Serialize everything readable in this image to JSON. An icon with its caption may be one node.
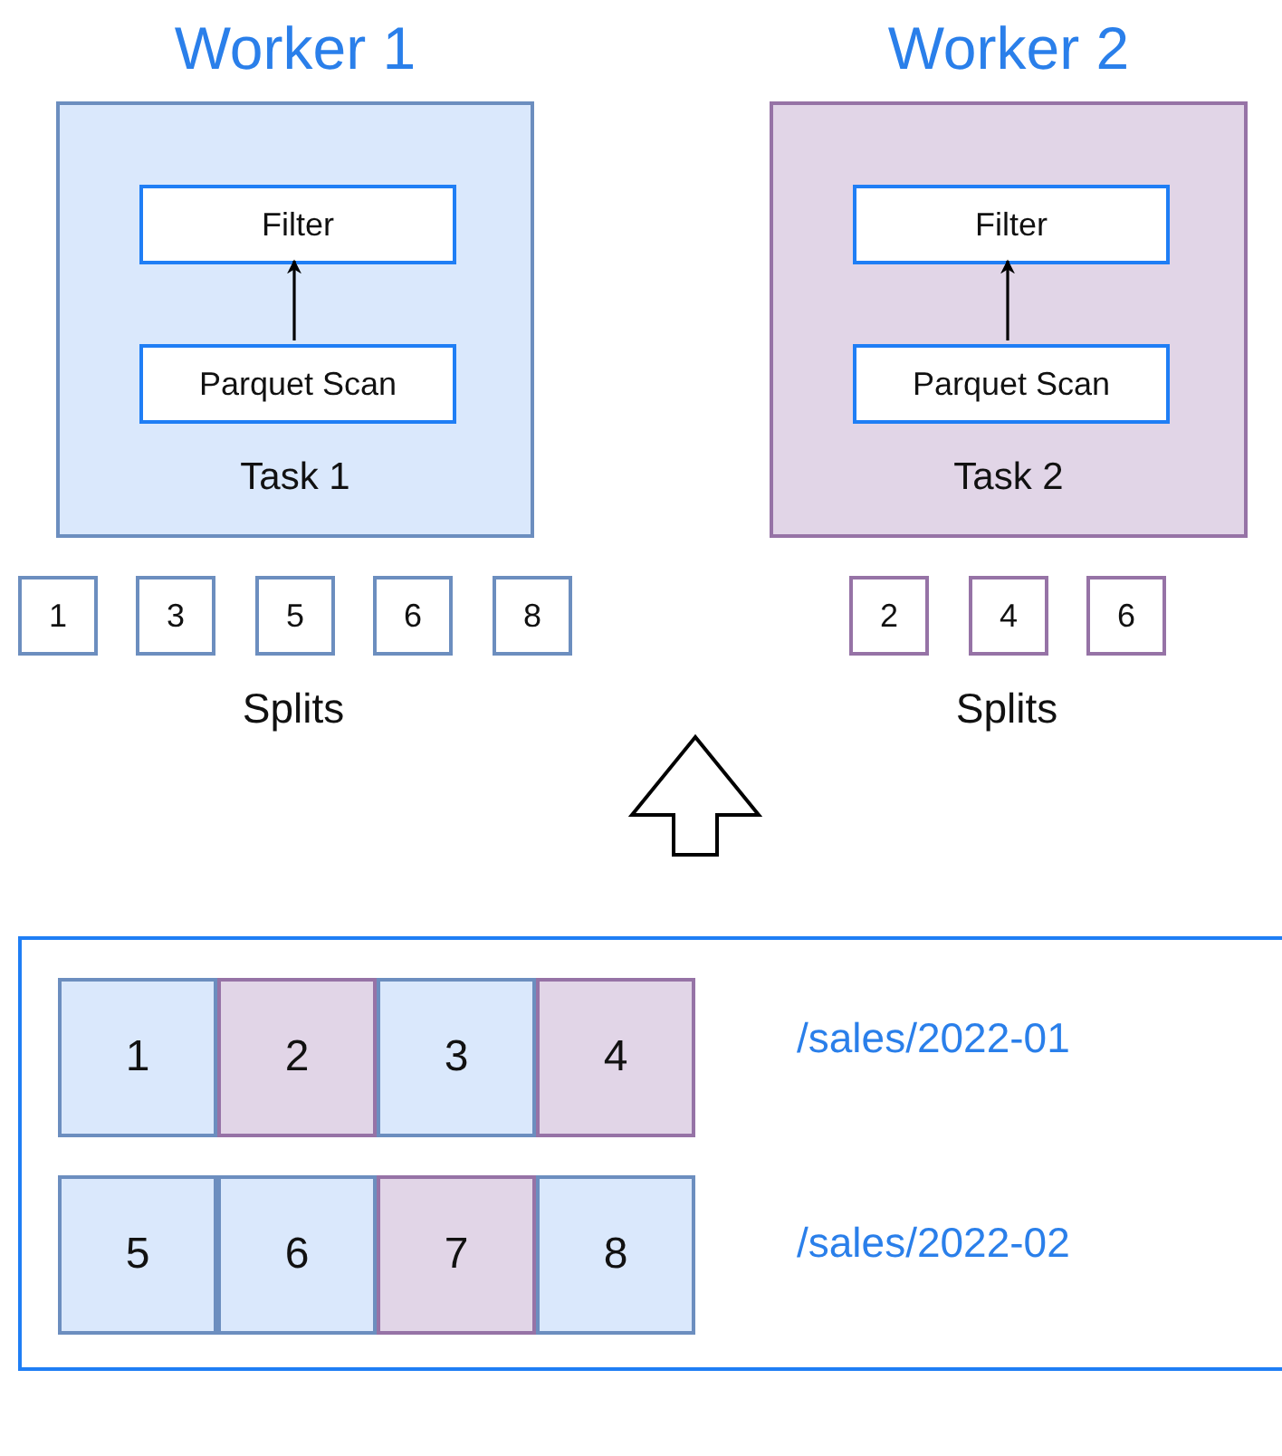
{
  "diagram": {
    "nodes": [
      {
        "text": [
          "Worker 1",
          "Task 1"
        ]
      },
      {
        "text": [
          "Filter"
        ],
        "in": 0
      },
      {
        "text": [
          "Parquet Scan"
        ],
        "in": 0
      },
      {
        "text": [
          "Worker 2",
          "Task 2"
        ]
      },
      {
        "text": [
          "Filter"
        ],
        "in": 3
      },
      {
        "text": [
          "Parquet Scan"
        ],
        "in": 3
      },
      {
        "text": [
          "1"
        ]
      },
      {
        "text": [
          "3"
        ]
      },
      {
        "text": [
          "5"
        ]
      },
      {
        "text": [
          "6"
        ]
      },
      {
        "text": [
          "8"
        ]
      },
      {
        "text": [
          "2"
        ]
      },
      {
        "text": [
          "4"
        ]
      },
      {
        "text": [
          "6"
        ]
      },
      {
        "text": [],
        "shape": "box"
      },
      {
        "text": [
          "1"
        ],
        "in": 14
      },
      {
        "text": [
          "2"
        ],
        "in": 14
      },
      {
        "text": [
          "3"
        ],
        "in": 14
      },
      {
        "text": [
          "4"
        ],
        "in": 14
      },
      {
        "text": [
          "5"
        ],
        "in": 14
      },
      {
        "text": [
          "6"
        ],
        "in": 14
      },
      {
        "text": [
          "7"
        ],
        "in": 14
      },
      {
        "text": [
          "8"
        ],
        "in": 14
      }
    ],
    "edges": [
      {
        "from": 2,
        "to": 1,
        "arrow": "to"
      },
      {
        "from": 5,
        "to": 4,
        "arrow": "to"
      }
    ],
    "labels": [
      "Splits",
      "Splits",
      "/sales/2022-01",
      "/sales/2022-02"
    ]
  }
}
